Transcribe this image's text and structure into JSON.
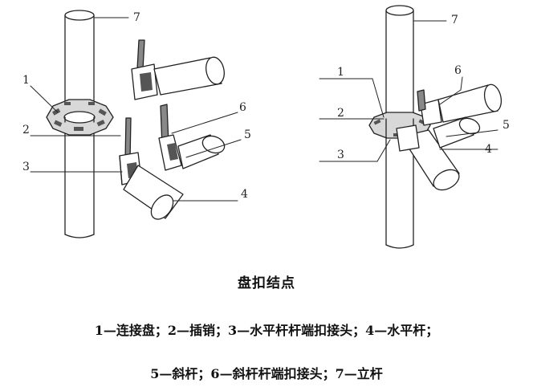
{
  "caption": {
    "title": "盘扣结点",
    "legend_line1": "1—连接盘；2—插销；3—水平杆杆端扣接头；4—水平杆；",
    "legend_line2": "5—斜杆；6—斜杆杆端扣接头；7—立杆"
  },
  "left_view": {
    "labels": [
      "1",
      "2",
      "3",
      "4",
      "5",
      "6",
      "7"
    ]
  },
  "right_view": {
    "labels": [
      "1",
      "2",
      "3",
      "4",
      "5",
      "6",
      "7"
    ]
  },
  "colors": {
    "line": "#222222",
    "shade": "#666666"
  }
}
